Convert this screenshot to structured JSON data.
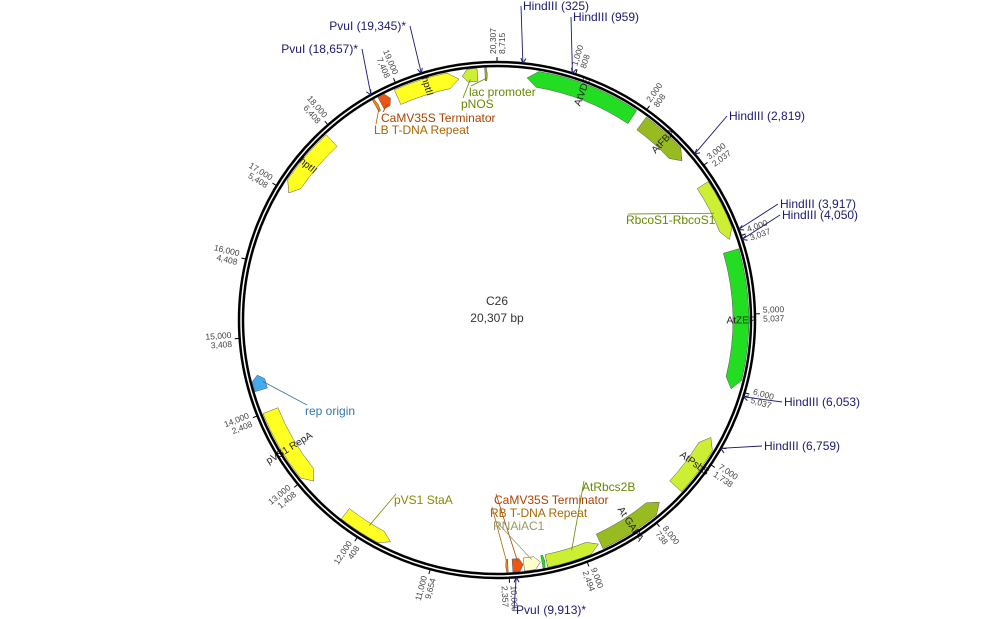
{
  "plasmid": {
    "name": "C26",
    "length": 20307,
    "length_label": "20,307 bp"
  },
  "colors": {
    "backbone": "#000000",
    "site": "#1a1a6e",
    "bright_green": "#22dd22",
    "olive_green": "#99bb22",
    "lime": "#ccee33",
    "yellow": "#ffff22",
    "orange_red": "#ee5511",
    "cream": "#ffffcc",
    "rep_blue": "#44aaee"
  },
  "ticks": [
    {
      "outer": "20,307",
      "inner": "8,715",
      "pos": 0
    },
    {
      "outer": "1,000",
      "inner": "808",
      "pos": 1000
    },
    {
      "outer": "2,000",
      "inner": "808",
      "pos": 2000
    },
    {
      "outer": "3,000",
      "inner": "2,037",
      "pos": 3000
    },
    {
      "outer": "4,000",
      "inner": "3,037",
      "pos": 4000
    },
    {
      "outer": "5,000",
      "inner": "5,037",
      "pos": 5000
    },
    {
      "outer": "6,000",
      "inner": "5,037",
      "pos": 6000
    },
    {
      "outer": "7,000",
      "inner": "1,738",
      "pos": 7000
    },
    {
      "outer": "8,000",
      "inner": "738",
      "pos": 8000
    },
    {
      "outer": "9,000",
      "inner": "2,494",
      "pos": 9000
    },
    {
      "outer": "10,000",
      "inner": "2,357",
      "pos": 10000
    },
    {
      "outer": "11,000",
      "inner": "9,654",
      "pos": 11000
    },
    {
      "outer": "12,000",
      "inner": "408",
      "pos": 12000
    },
    {
      "outer": "13,000",
      "inner": "1,408",
      "pos": 13000
    },
    {
      "outer": "14,000",
      "inner": "2,408",
      "pos": 14000
    },
    {
      "outer": "15,000",
      "inner": "3,408",
      "pos": 15000
    },
    {
      "outer": "16,000",
      "inner": "4,408",
      "pos": 16000
    },
    {
      "outer": "17,000",
      "inner": "5,408",
      "pos": 17000
    },
    {
      "outer": "18,000",
      "inner": "6,408",
      "pos": 18000
    },
    {
      "outer": "19,000",
      "inner": "7,408",
      "pos": 19000
    }
  ],
  "sites": [
    {
      "label": "HindIII (325)",
      "pos": 325
    },
    {
      "label": "HindIII (959)",
      "pos": 959
    },
    {
      "label": "HindIII (2,819)",
      "pos": 2819
    },
    {
      "label": "HindIII (3,917)",
      "pos": 3917
    },
    {
      "label": "HindIII (4,050)",
      "pos": 4050
    },
    {
      "label": "HindIII (6,053)",
      "pos": 6053
    },
    {
      "label": "HindIII (6,759)",
      "pos": 6759
    },
    {
      "label": "PvuI (9,913)*",
      "pos": 9913
    },
    {
      "label": "PvuI (18,657)*",
      "pos": 18657
    },
    {
      "label": "PvuI (19,345)*",
      "pos": 19345
    }
  ],
  "features": [
    {
      "name": "AtVDE",
      "start": 400,
      "end": 1900,
      "dir": -1,
      "color": "#22dd22",
      "inside": true
    },
    {
      "name": "AtFBA",
      "start": 2050,
      "end": 2780,
      "dir": 1,
      "color": "#99bb22",
      "inside": true
    },
    {
      "name": "RbcoS1-RbcoS1",
      "start": 3200,
      "end": 4000,
      "dir": 1,
      "color": "#ccee33",
      "inside": false
    },
    {
      "name": "AtZEP",
      "start": 4150,
      "end": 6000,
      "dir": 1,
      "color": "#22dd22",
      "inside": true
    },
    {
      "name": "AtPsbS",
      "start": 6700,
      "end": 7500,
      "dir": -1,
      "color": "#ccee33",
      "inside": true
    },
    {
      "name": "At GAPA",
      "start": 7800,
      "end": 8750,
      "dir": -1,
      "color": "#99bb22",
      "inside": true
    },
    {
      "name": "AtRbcs2B",
      "start": 8780,
      "end": 9500,
      "dir": -1,
      "color": "#ccee33",
      "inside": false
    },
    {
      "name": "CaMV35S Terminator",
      "start": 9520,
      "end": 9560,
      "dir": -1,
      "color": "#22dd22",
      "inside": false
    },
    {
      "name": "RNAiAC1",
      "start": 9580,
      "end": 9800,
      "dir": -1,
      "color": "#ffffcc",
      "inside": false
    },
    {
      "name": "CaMV35S Terminator",
      "start": 9810,
      "end": 9950,
      "dir": -1,
      "color": "#ee5511",
      "inside": false
    },
    {
      "name": "RB T-DNA Repeat",
      "start": 10010,
      "end": 10040,
      "dir": 1,
      "color": "#ee8800",
      "inside": false
    },
    {
      "name": "pVS1 StaA",
      "start": 11600,
      "end": 12300,
      "dir": -1,
      "color": "#ffff22",
      "inside": false
    },
    {
      "name": "pVS1 RepA",
      "start": 12900,
      "end": 14000,
      "dir": -1,
      "color": "#ffff22",
      "inside": true
    },
    {
      "name": "rep origin",
      "start": 14300,
      "end": 14500,
      "dir": 1,
      "color": "#44aaee",
      "inside": false
    },
    {
      "name": "hptII",
      "start": 17000,
      "end": 17900,
      "dir": -1,
      "color": "#ffff22",
      "inside": true
    },
    {
      "name": "LB T-DNA Repeat",
      "start": 18640,
      "end": 18680,
      "dir": 1,
      "color": "#ee8800",
      "inside": false
    },
    {
      "name": "CaMV35S Terminator",
      "start": 18720,
      "end": 18860,
      "dir": 1,
      "color": "#ee5511",
      "inside": false
    },
    {
      "name": "hptII",
      "start": 18950,
      "end": 19800,
      "dir": 1,
      "color": "#ffff22",
      "inside": true
    },
    {
      "name": "pNOS",
      "start": 19850,
      "end": 20050,
      "dir": -1,
      "color": "#ccee33",
      "inside": false
    },
    {
      "name": "lac promoter",
      "start": 20150,
      "end": 20180,
      "dir": 1,
      "color": "#99bb22",
      "inside": false
    }
  ],
  "feature_labels": [
    {
      "text": "lac promoter",
      "color": "#668800",
      "anchor": 20165
    },
    {
      "text": "pNOS",
      "color": "#668800",
      "anchor": 19950
    },
    {
      "text": "CaMV35S Terminator",
      "color": "#aa4400",
      "anchor": 18790
    },
    {
      "text": "LB T-DNA Repeat",
      "color": "#aa6600",
      "anchor": 18660
    },
    {
      "text": "RbcoS1-RbcoS1",
      "color": "#668800",
      "anchor": 3600
    },
    {
      "text": "AtRbcs2B",
      "color": "#668800",
      "anchor": 9140
    },
    {
      "text": "CaMV35S Terminator",
      "color": "#aa4400",
      "anchor": 9880
    },
    {
      "text": "RB T-DNA Repeat",
      "color": "#aa6600",
      "anchor": 10025
    },
    {
      "text": "RNAiAC1",
      "color": "#999966",
      "anchor": 9690
    },
    {
      "text": "pVS1 StaA",
      "color": "#888800",
      "anchor": 11950
    },
    {
      "text": "rep origin",
      "color": "#3377aa",
      "anchor": 14400
    }
  ]
}
